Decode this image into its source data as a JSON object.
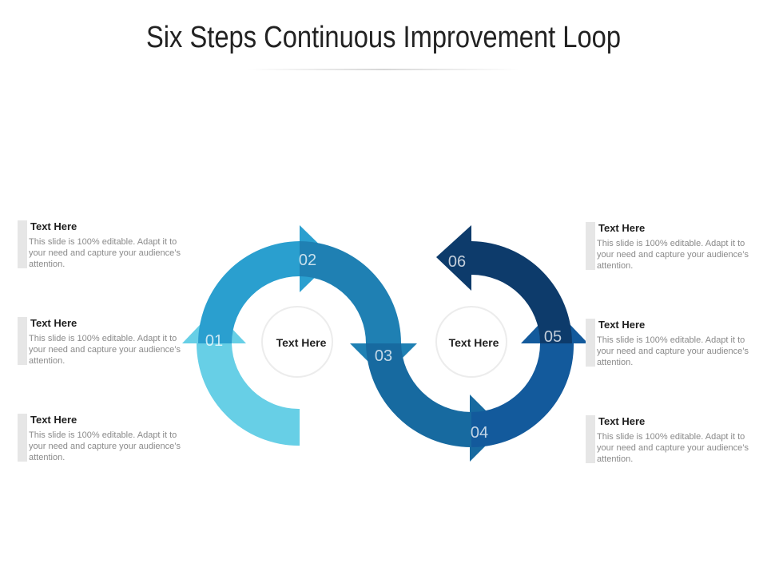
{
  "title": "Six Steps Continuous Improvement Loop",
  "colors": {
    "step1": "#67cfe6",
    "step2": "#2a9fcf",
    "step3": "#1f80b3",
    "step4": "#176aa0",
    "step5": "#135a9c",
    "step6": "#0d3b6b"
  },
  "steps": [
    {
      "number": "01"
    },
    {
      "number": "02"
    },
    {
      "number": "03"
    },
    {
      "number": "04"
    },
    {
      "number": "05"
    },
    {
      "number": "06"
    }
  ],
  "centers": [
    {
      "label": "Text Here"
    },
    {
      "label": "Text Here"
    }
  ],
  "callouts_left": [
    {
      "heading": "Text Here",
      "body": "This slide is 100% editable. Adapt it to your need and capture your audience’s attention."
    },
    {
      "heading": "Text Here",
      "body": "This slide is 100% editable. Adapt it to your need and capture your audience’s attention."
    },
    {
      "heading": "Text Here",
      "body": "This slide is 100% editable. Adapt it to your need and capture your audience’s attention."
    }
  ],
  "callouts_right": [
    {
      "heading": "Text Here",
      "body": "This slide is 100% editable. Adapt it to your need and capture your audience’s attention."
    },
    {
      "heading": "Text Here",
      "body": "This slide is 100% editable. Adapt it to your need and capture your audience’s attention."
    },
    {
      "heading": "Text Here",
      "body": "This slide is 100% editable. Adapt it to your need and capture your audience’s attention."
    }
  ]
}
